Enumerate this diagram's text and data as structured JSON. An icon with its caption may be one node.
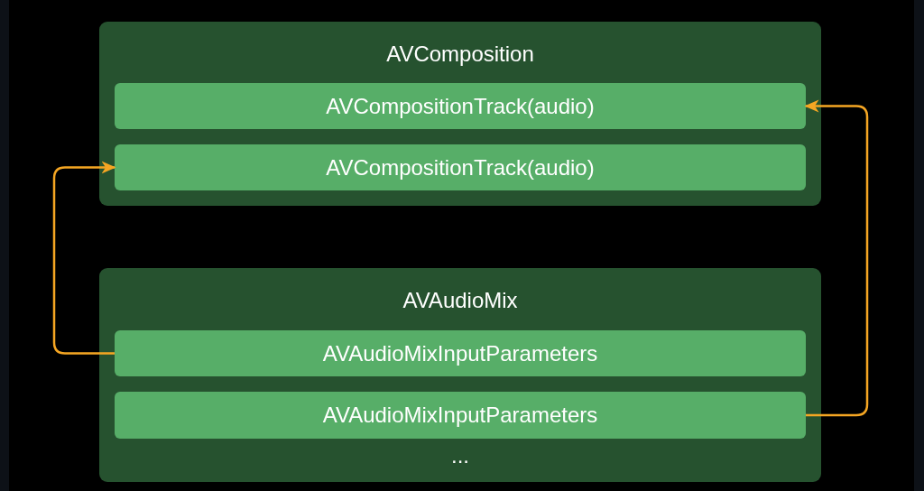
{
  "diagram": {
    "nodes": [
      {
        "text": [
          "AVComposition"
        ]
      },
      {
        "text": [
          "AVCompositionTrack(audio)"
        ],
        "in": 0
      },
      {
        "text": [
          "AVCompositionTrack(audio)"
        ],
        "in": 0
      },
      {
        "text": [
          "AVAudioMix",
          "..."
        ]
      },
      {
        "text": [
          "AVAudioMixInputParameters"
        ],
        "in": 3
      },
      {
        "text": [
          "AVAudioMixInputParameters"
        ],
        "in": 3
      }
    ],
    "edges": [
      {
        "from": 4,
        "to": 2,
        "arrow": "to"
      },
      {
        "from": 5,
        "to": 1,
        "arrow": "to"
      }
    ]
  }
}
